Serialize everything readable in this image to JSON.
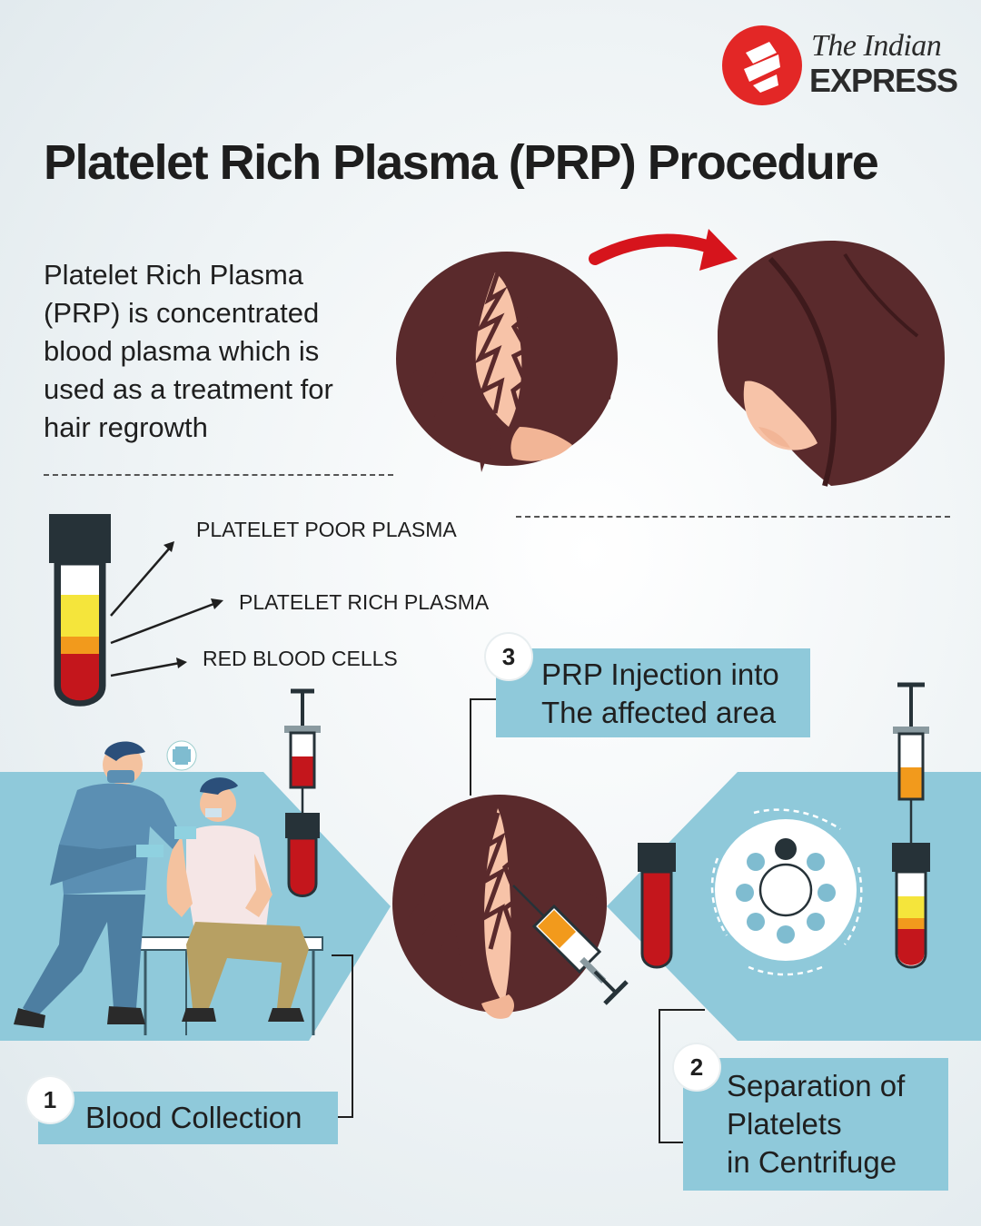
{
  "brand": {
    "line1": "The Indian",
    "line2": "EXPRESS",
    "color": "#e32726"
  },
  "title": "Platelet Rich Plasma (PRP) Procedure",
  "intro": "Platelet Rich Plasma (PRP) is concentrated blood plasma which is used as a treatment for hair regrowth",
  "tube_layers": {
    "top": "PLATELET POOR PLASMA",
    "middle": "PLATELET RICH PLASMA",
    "bottom": "RED BLOOD CELLS"
  },
  "steps": [
    {
      "number": "1",
      "label": "Blood Collection"
    },
    {
      "number": "2",
      "label": "Separation of Platelets in Centrifuge",
      "lines": [
        "Separation of",
        "Platelets",
        "in Centrifuge"
      ]
    },
    {
      "number": "3",
      "label": "PRP Injection into The affected area",
      "lines": [
        "PRP Injection into",
        "The affected area"
      ]
    }
  ],
  "colors": {
    "band": "#8fc9da",
    "hair": "#5a2a2c",
    "hair_dark": "#3e1a1c",
    "scalp": "#f7c3a8",
    "blood": "#c4161c",
    "prp_yellow": "#f5e53b",
    "prp_orange": "#f29a1c",
    "cap": "#263238",
    "arrow": "#d6141c"
  }
}
